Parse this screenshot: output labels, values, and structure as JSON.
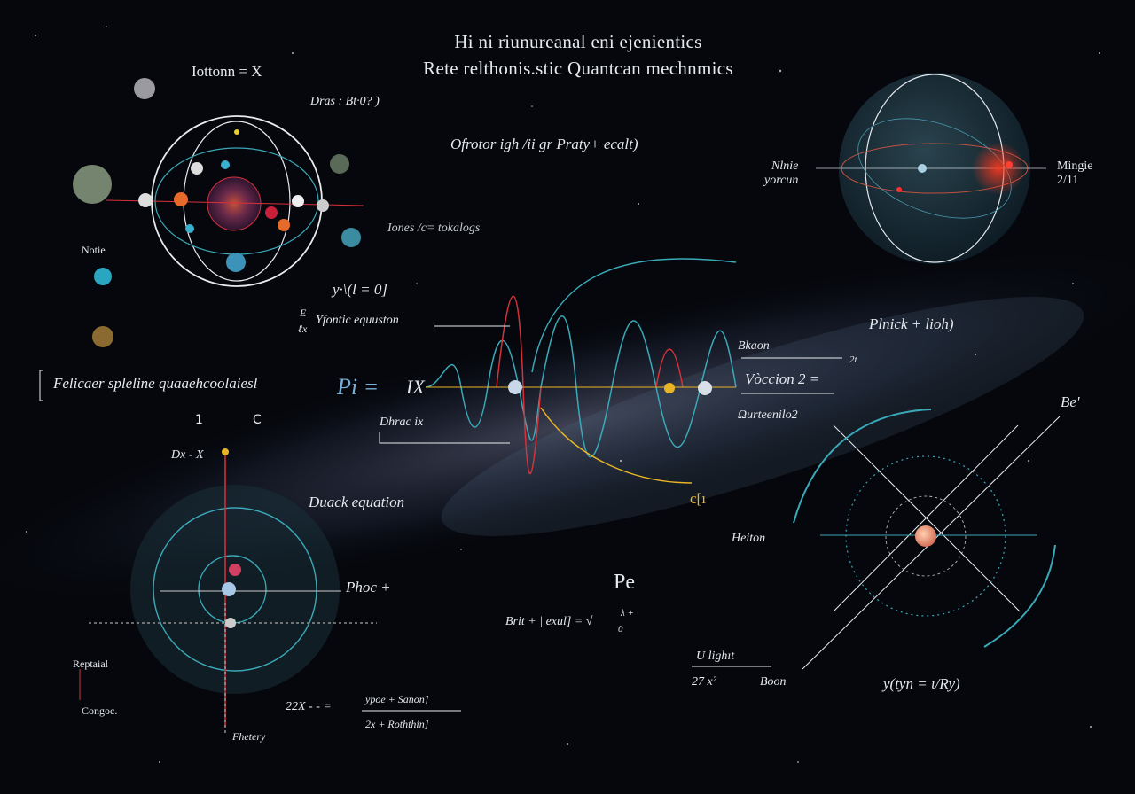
{
  "title": {
    "line1": "Hi ni riunureanal eni ejenientics",
    "line2": "Rete relthonis.stic Quantcan mechnmics"
  },
  "labels": {
    "iottonn": "Iottonn  = X",
    "dras": "Dras : Bt·0? )",
    "ofrotor": "Ofrotor igh /ii gr  Praty+ ecalt)",
    "iones": "Iones /c= tokalogs",
    "notie": "Notie",
    "psi_eq": "y·\\(l = 0]",
    "frac_e": "E",
    "frac_lx": "ℓx",
    "yfontic": "Yfontic equuston",
    "felicaer": "Felicaer spleline quaaehcoolaiesl",
    "pi_eq": "Pi =",
    "ix": "IX",
    "dhrac": "Dhrac  ix",
    "one": "1",
    "c": "C",
    "dx": "Dx - X",
    "nlnie": "Nlnie",
    "yorcun": "yorcun",
    "mingie": "Mingie",
    "mingie_num": "2/11",
    "plnick": "Plnick + lioh)",
    "bkaon": "Bkaon",
    "voccion": "Vòccion 2 =",
    "two_t": "2t",
    "quarteenilo": "Ωurteenilo2",
    "be": "Be'",
    "c_yellow": "c[ı",
    "heiton": "Heiton",
    "duack": "Duack equation",
    "phoc": "Phoc +",
    "pe": "Pe",
    "brit": "Brit + | exul] = √",
    "brit_top": "λ +",
    "brit_bottom": "0",
    "reptaial": "Reptaial",
    "congoc": "Congoc.",
    "eq22x": "22X  -  - =",
    "ypoe": "ypoe + Sanon]",
    "roththin": "2x + Roththin]",
    "fhetery": "Fhetery",
    "lighit": "U  lighıt",
    "boon_row": "27    x²",
    "boon": "Boon",
    "ytyn": "y(tyn = ι/Ry)"
  },
  "colors": {
    "background": "#05070c",
    "teal": "#3aa9b8",
    "red": "#d6323c",
    "yellow": "#e8b526",
    "white_line": "#e8ecf0"
  }
}
